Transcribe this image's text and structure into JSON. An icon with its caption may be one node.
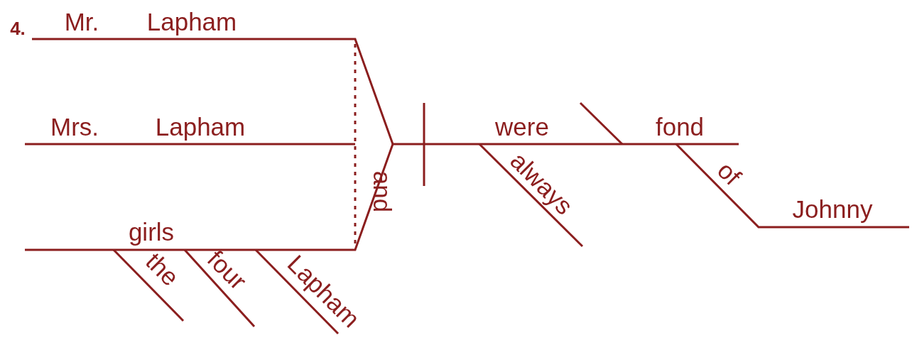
{
  "diagram": {
    "labels": [
      "4.",
      "Mr.",
      "Lapham",
      "Mrs.",
      "Lapham",
      "were",
      "fond",
      "and",
      "always",
      "of",
      "Johnny",
      "girls",
      "the",
      "four",
      "Lapham"
    ]
  }
}
